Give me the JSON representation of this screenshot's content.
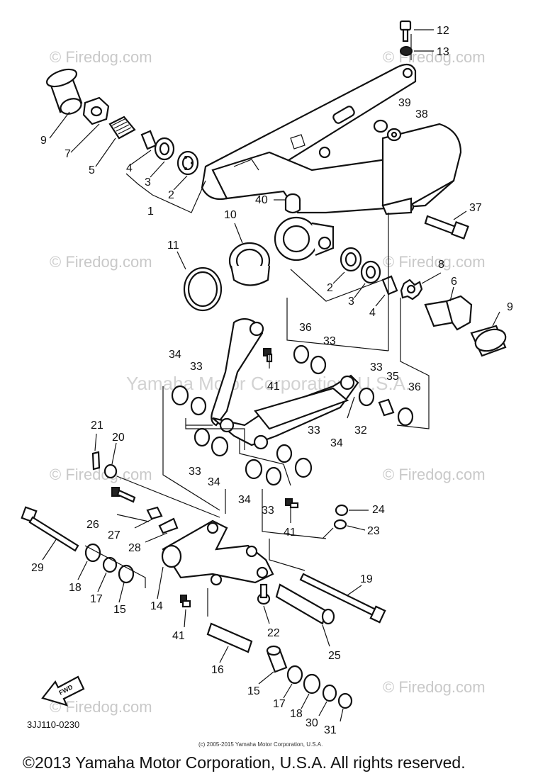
{
  "watermarks": {
    "site": "© Firedog.com",
    "center": "Yamaha Motor Corporation, U.S.A."
  },
  "diagram_code": "3JJ110-0230",
  "fwd_label": "FWD",
  "small_copyright": "(c) 2005-2015 Yamaha Motor Corporation, U.S.A.",
  "footer_copyright": "©2013 Yamaha Motor Corporation, U.S.A. All rights reserved.",
  "callouts": {
    "c12": "12",
    "c13": "13",
    "c9a": "9",
    "c7": "7",
    "c5": "5",
    "c4a": "4",
    "c3a": "3",
    "c2a": "2",
    "c1": "1",
    "c39": "39",
    "c38": "38",
    "c40": "40",
    "c37": "37",
    "c10": "10",
    "c11": "11",
    "c8": "8",
    "c6": "6",
    "c9b": "9",
    "c2b": "2",
    "c3b": "3",
    "c4b": "4",
    "c36a": "36",
    "c33a": "33",
    "c41a": "41",
    "c34a": "34",
    "c33b": "33",
    "c33c": "33",
    "c35": "35",
    "c36b": "36",
    "c32": "32",
    "c21": "21",
    "c20": "20",
    "c33d": "33",
    "c34b": "34",
    "c33e": "33",
    "c34c": "34",
    "c34d": "34",
    "c33f": "33",
    "c26": "26",
    "c27": "27",
    "c28": "28",
    "c41b": "41",
    "c24": "24",
    "c23": "23",
    "c29": "29",
    "c18a": "18",
    "c17a": "17",
    "c15a": "15",
    "c14": "14",
    "c19": "19",
    "c41c": "41",
    "c22": "22",
    "c25": "25",
    "c16": "16",
    "c15b": "15",
    "c17b": "17",
    "c18b": "18",
    "c30": "30",
    "c31": "31"
  }
}
